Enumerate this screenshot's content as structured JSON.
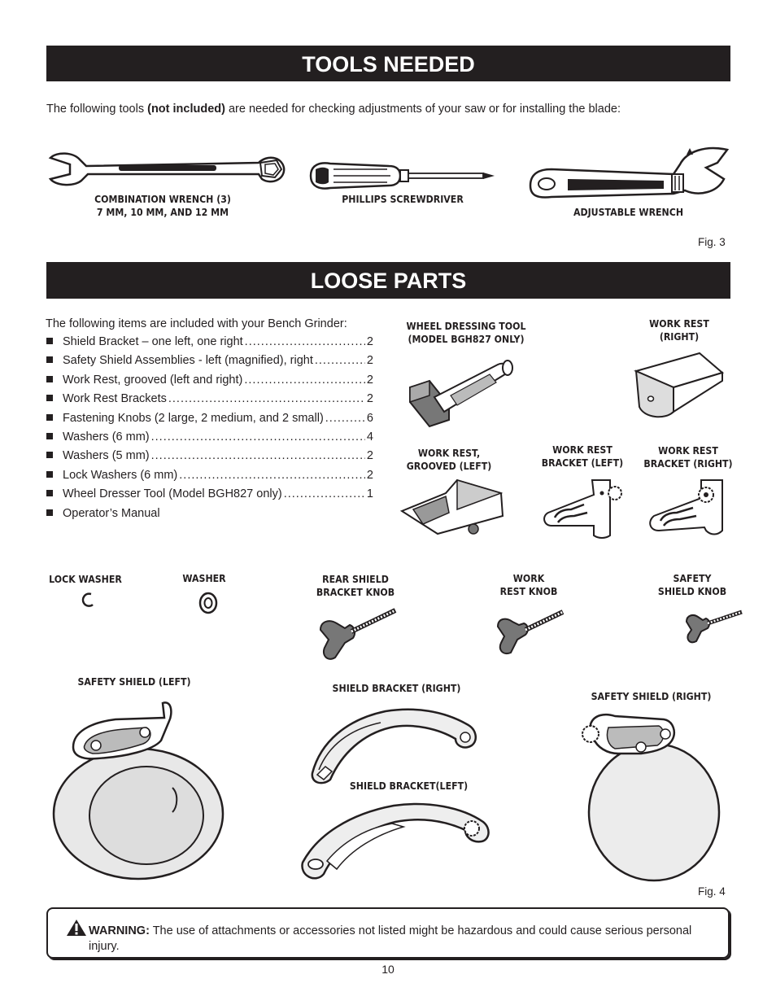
{
  "tools": {
    "title": "TOOLS NEEDED",
    "intro_pre": "The following tools ",
    "intro_bold": "(not included)",
    "intro_post": " are needed for checking adjustments of your saw or for installing the blade:",
    "items": [
      {
        "line1": "COMBINATION WRENCH (3)",
        "line2": "7 MM, 10 MM, AND 12 MM",
        "icon": "combination-wrench"
      },
      {
        "line1": "PHILLIPS SCREWDRIVER",
        "icon": "phillips-screwdriver"
      },
      {
        "line1": "ADJUSTABLE WRENCH",
        "icon": "adjustable-wrench"
      }
    ],
    "fig": "Fig. 3"
  },
  "loose": {
    "title": "LOOSE PARTS",
    "intro": "The following items are included with your Bench Grinder:",
    "items": [
      {
        "name": "Shield Bracket – one left, one right",
        "qty": "2"
      },
      {
        "name": "Safety Shield Assemblies - left (magnified), right",
        "qty": "2"
      },
      {
        "name": "Work Rest, grooved (left and right)",
        "qty": "2"
      },
      {
        "name": "Work Rest Brackets",
        "qty": "2"
      },
      {
        "name": "Fastening Knobs (2 large, 2 medium, and 2 small)",
        "qty": "6"
      },
      {
        "name": "Washers (6 mm)",
        "qty": "4"
      },
      {
        "name": "Washers (5 mm)",
        "qty": "2"
      },
      {
        "name": "Lock Washers (6 mm)",
        "qty": "2"
      },
      {
        "name": "Wheel Dresser Tool (Model BGH827 only)",
        "qty": "1"
      },
      {
        "name": "Operator’s Manual",
        "qty": ""
      }
    ],
    "labels": {
      "wheel_dressing_1": "WHEEL DRESSING TOOL",
      "wheel_dressing_2": "(MODEL BGH827 ONLY)",
      "work_rest_right_1": "WORK REST",
      "work_rest_right_2": "(RIGHT)",
      "work_rest_grooved_1": "WORK REST,",
      "work_rest_grooved_2": "GROOVED (LEFT)",
      "bracket_left_1": "WORK REST",
      "bracket_left_2": "BRACKET (LEFT)",
      "bracket_right_1": "WORK REST",
      "bracket_right_2": "BRACKET (RIGHT)",
      "lock_washer": "LOCK WASHER",
      "washer": "WASHER",
      "rear_knob_1": "REAR SHIELD",
      "rear_knob_2": "BRACKET KNOB",
      "work_knob_1": "WORK",
      "work_knob_2": "REST KNOB",
      "safety_knob_1": "SAFETY",
      "safety_knob_2": "SHIELD KNOB",
      "shield_left": "SAFETY SHIELD (LEFT)",
      "bracket_shield_right": "SHIELD BRACKET (RIGHT)",
      "bracket_shield_left": "SHIELD BRACKET(LEFT)",
      "shield_right": "SAFETY SHIELD (RIGHT)"
    },
    "fig": "Fig. 4"
  },
  "warning": {
    "label": "WARNING:",
    "text": " The use of attachments or accessories not listed might be hazardous and could cause serious personal injury.",
    "icon": "warning-triangle-icon"
  },
  "page_number": "10"
}
